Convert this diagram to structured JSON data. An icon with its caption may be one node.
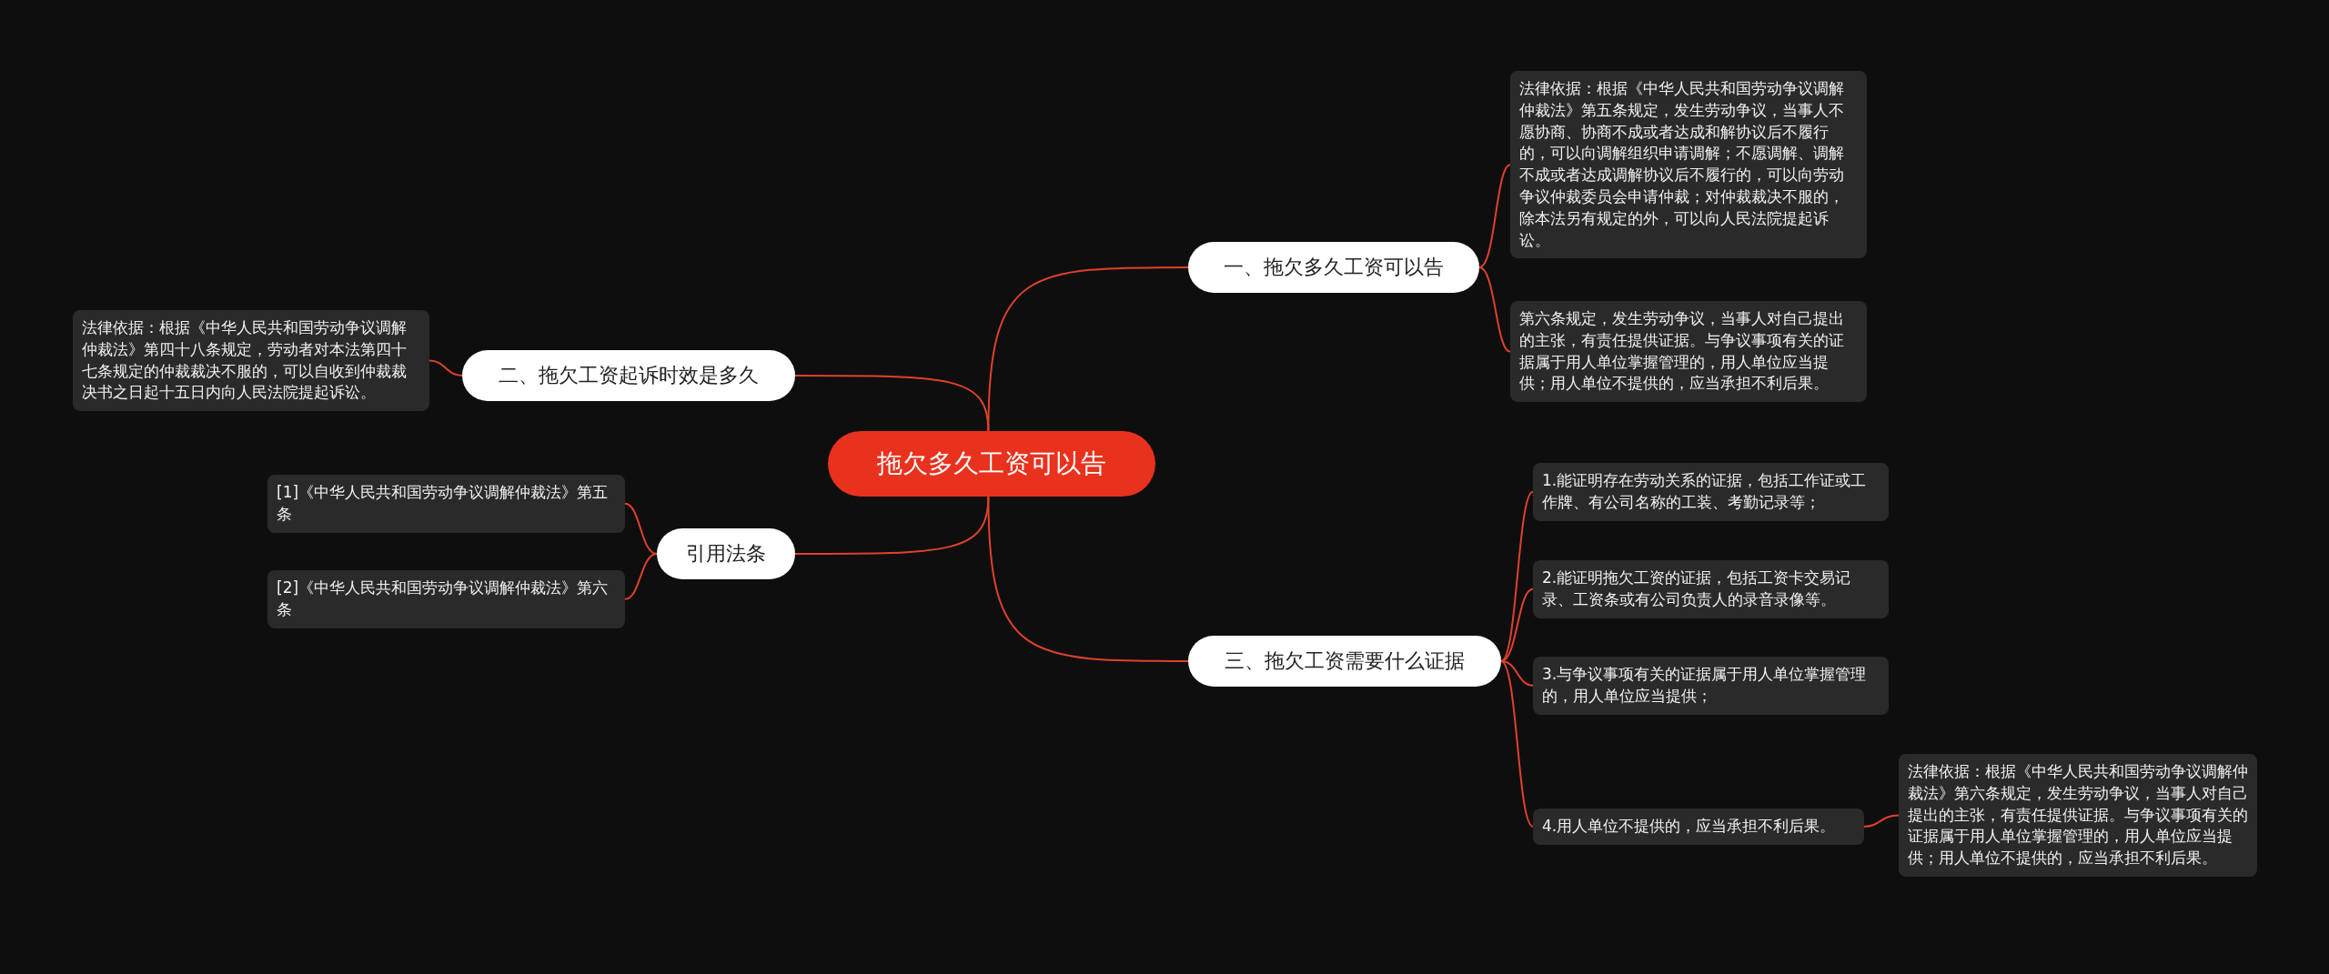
{
  "diagram": {
    "nodes": [
      {
        "text": [
          "拖欠多久工资可以告"
        ]
      },
      {
        "text": [
          "一、拖欠多久工资可以告"
        ]
      },
      {
        "text": [
          "法律依据：根据《中华人民共和国劳动争议调解仲裁法》第五条规定，发生劳动争议，当事人不愿协商、协商不成或者达成和解协议后不履行的，可以向调解组织申请调解；不愿调解、调解不成或者达成调解协议后不履行的，可以向劳动争议仲裁委员会申请仲裁；对仲裁裁决不服的，除本法另有规定的外，可以向人民法院提起诉讼。"
        ]
      },
      {
        "text": [
          "第六条规定，发生劳动争议，当事人对自己提出的主张，有责任提供证据。与争议事项有关的证据属于用人单位掌握管理的，用人单位应当提供；用人单位不提供的，应当承担不利后果。"
        ]
      },
      {
        "text": [
          "二、拖欠工资起诉时效是多久"
        ]
      },
      {
        "text": [
          "法律依据：根据《中华人民共和国劳动争议调解仲裁法》第四十八条规定，劳动者对本法第四十七条规定的仲裁裁决不服的，可以自收到仲裁裁决书之日起十五日内向人民法院提起诉讼。"
        ]
      },
      {
        "text": [
          "引用法条"
        ]
      },
      {
        "text": [
          "[1]《中华人民共和国劳动争议调解仲裁法》第五条"
        ]
      },
      {
        "text": [
          "[2]《中华人民共和国劳动争议调解仲裁法》第六条"
        ]
      },
      {
        "text": [
          "三、拖欠工资需要什么证据"
        ]
      },
      {
        "text": [
          "1.能证明存在劳动关系的证据，包括工作证或工作牌、有公司名称的工装、考勤记录等；"
        ]
      },
      {
        "text": [
          "2.能证明拖欠工资的证据，包括工资卡交易记录、工资条或有公司负责人的录音录像等。"
        ]
      },
      {
        "text": [
          "3.与争议事项有关的证据属于用人单位掌握管理的，用人单位应当提供；"
        ]
      },
      {
        "text": [
          "4.用人单位不提供的，应当承担不利后果。"
        ]
      },
      {
        "text": [
          "法律依据：根据《中华人民共和国劳动争议调解仲裁法》第六条规定，发生劳动争议，当事人对自己提出的主张，有责任提供证据。与争议事项有关的证据属于用人单位掌握管理的，用人单位应当提供；用人单位不提供的，应当承担不利后果。"
        ]
      }
    ],
    "edges": [
      {
        "from": 0,
        "to": 1,
        "arrow": "none"
      },
      {
        "from": 1,
        "to": 2,
        "arrow": "none"
      },
      {
        "from": 1,
        "to": 3,
        "arrow": "none"
      },
      {
        "from": 0,
        "to": 4,
        "arrow": "none"
      },
      {
        "from": 4,
        "to": 5,
        "arrow": "none"
      },
      {
        "from": 0,
        "to": 6,
        "arrow": "none"
      },
      {
        "from": 6,
        "to": 7,
        "arrow": "none"
      },
      {
        "from": 6,
        "to": 8,
        "arrow": "none"
      },
      {
        "from": 0,
        "to": 9,
        "arrow": "none"
      },
      {
        "from": 9,
        "to": 10,
        "arrow": "none"
      },
      {
        "from": 9,
        "to": 11,
        "arrow": "none"
      },
      {
        "from": 9,
        "to": 12,
        "arrow": "none"
      },
      {
        "from": 9,
        "to": 13,
        "arrow": "none"
      },
      {
        "from": 13,
        "to": 14,
        "arrow": "none"
      }
    ]
  }
}
